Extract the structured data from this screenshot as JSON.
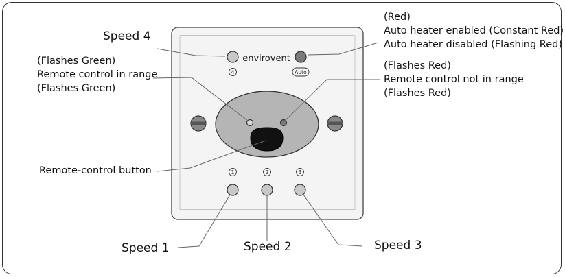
{
  "device": {
    "brand": "envirovent",
    "speed4_mark": "4",
    "auto_mark": "Auto",
    "speed1_mark": "1",
    "speed2_mark": "2",
    "speed3_mark": "3"
  },
  "labels": {
    "speed4": "Speed 4",
    "green_line1": "(Flashes Green)",
    "green_line2": "Remote control in range",
    "green_line3": "(Flashes Green)",
    "remote_button": "Remote-control button",
    "red_line1": "(Red)",
    "red_line2": "Auto heater enabled (Constant Red)",
    "red_line3": "Auto heater disabled (Flashing Red)",
    "flash_red_line1": "(Flashes Red)",
    "flash_red_line2": "Remote control not in range",
    "flash_red_line3": "(Flashes Red)",
    "speed1": "Speed 1",
    "speed2": "Speed 2",
    "speed3": "Speed 3"
  },
  "colors": {
    "panel": "#f4f4f4",
    "oval": "#b5b5b5",
    "button_black": "#111111",
    "button_grey": "#c8c8c8",
    "auto_button": "#7a7a7a"
  }
}
